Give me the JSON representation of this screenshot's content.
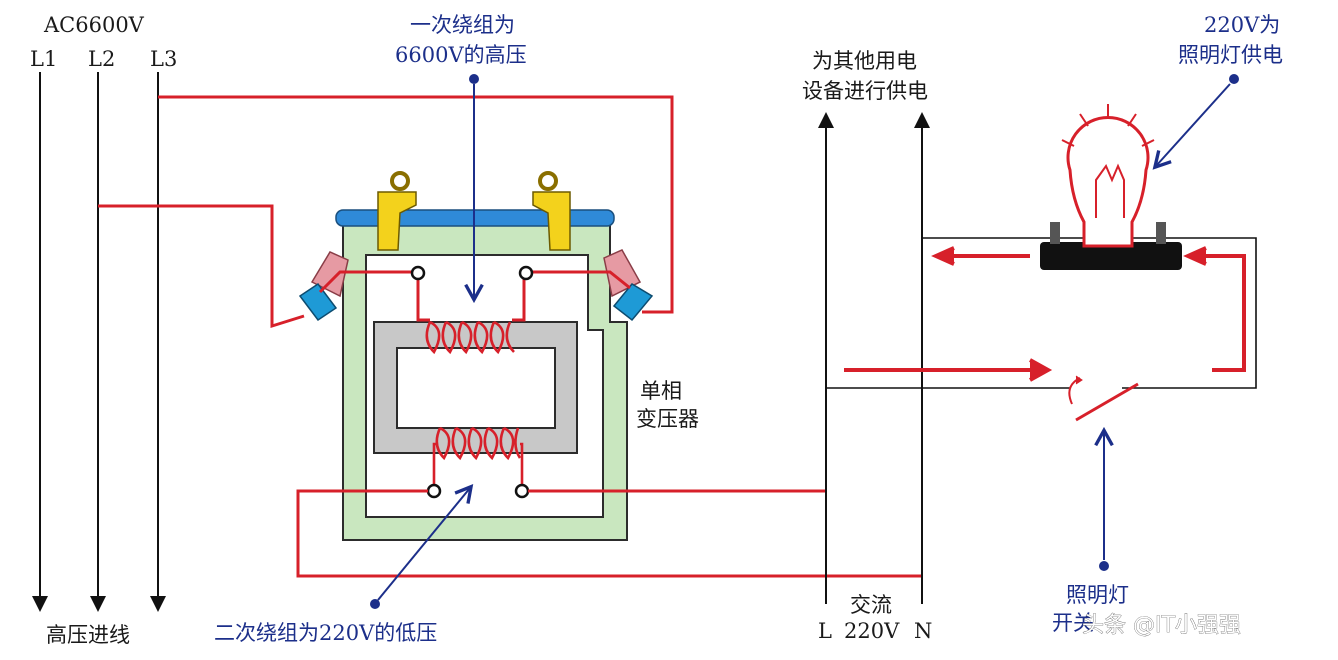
{
  "source": {
    "voltage": "AC6600V",
    "lines": [
      "L1",
      "L2",
      "L3"
    ],
    "caption": "高压进线"
  },
  "primary_note": {
    "line1": "一次绕组为",
    "line2": "6600V的高压"
  },
  "secondary_note": "二次绕组为220V的低压",
  "transformer_label": {
    "line1": "单相",
    "line2": "变压器"
  },
  "other_devices": {
    "line1": "为其他用电",
    "line2": "设备进行供电"
  },
  "lamp_note": {
    "line1": "220V为",
    "line2": "照明灯供电"
  },
  "switch_note": {
    "line1": "照明灯",
    "line2": "开关"
  },
  "ac_output": {
    "line1": "交流",
    "line2": "220V",
    "L": "L",
    "N": "N"
  },
  "watermark": "头条 @IT小强强",
  "colors": {
    "wire_red": "#d7202a",
    "pointer_blue": "#1c2f8a",
    "frame_green": "#c9e7bf",
    "core_gray": "#c8c8c8",
    "cover_blue": "#2f8ad8",
    "clamp_yellow": "#f3d21c",
    "insulator_pink": "#e69aa3",
    "terminal_cyan": "#1e9ad6"
  }
}
